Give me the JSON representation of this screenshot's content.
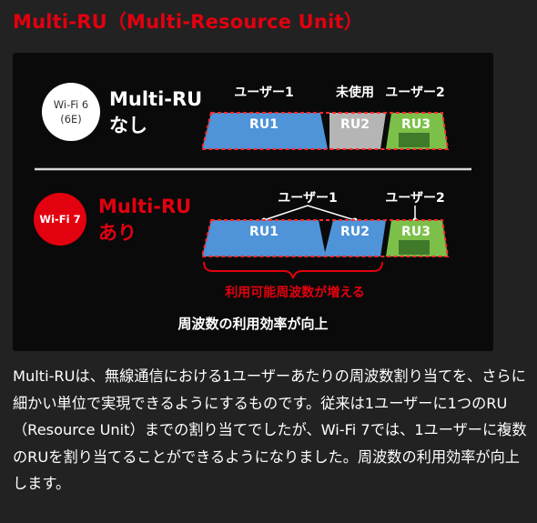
{
  "title": "Multi-RU（Multi-Resource Unit）",
  "colors": {
    "accent_red": "#e3000f",
    "ru_blue": "#4f93d8",
    "ru_grey": "#b5b5b5",
    "ru_green": "#7cc04a",
    "dash_red": "#ff2a2a"
  },
  "row1": {
    "badge_line1": "Wi-Fi 6",
    "badge_line2": "(6E)",
    "label_line1": "Multi-RU",
    "label_line2": "なし",
    "top_label_user1": "ユーザー1",
    "top_label_unused": "未使用",
    "top_label_user2": "ユーザー2",
    "ru1": "RU1",
    "ru2": "RU2",
    "ru3": "RU3"
  },
  "row2": {
    "badge": "Wi-Fi 7",
    "label_line1": "Multi-RU",
    "label_line2": "あり",
    "top_label_user1": "ユーザー1",
    "top_label_user2": "ユーザー2",
    "ru1": "RU1",
    "ru2": "RU2",
    "ru3": "RU3",
    "brace_caption": "利用可能周波数が増える"
  },
  "footer_caption": "周波数の利用効率が向上",
  "description": "Multi-RUは、無線通信における1ユーザーあたりの周波数割り当てを、さらに細かい単位で実現できるようにするものです。従来は1ユーザーに1つのRU（Resource Unit）までの割り当てでしたが、Wi-Fi 7では、1ユーザーに複数のRUを割り当てることができるようになりました。周波数の利用効率が向上します。"
}
